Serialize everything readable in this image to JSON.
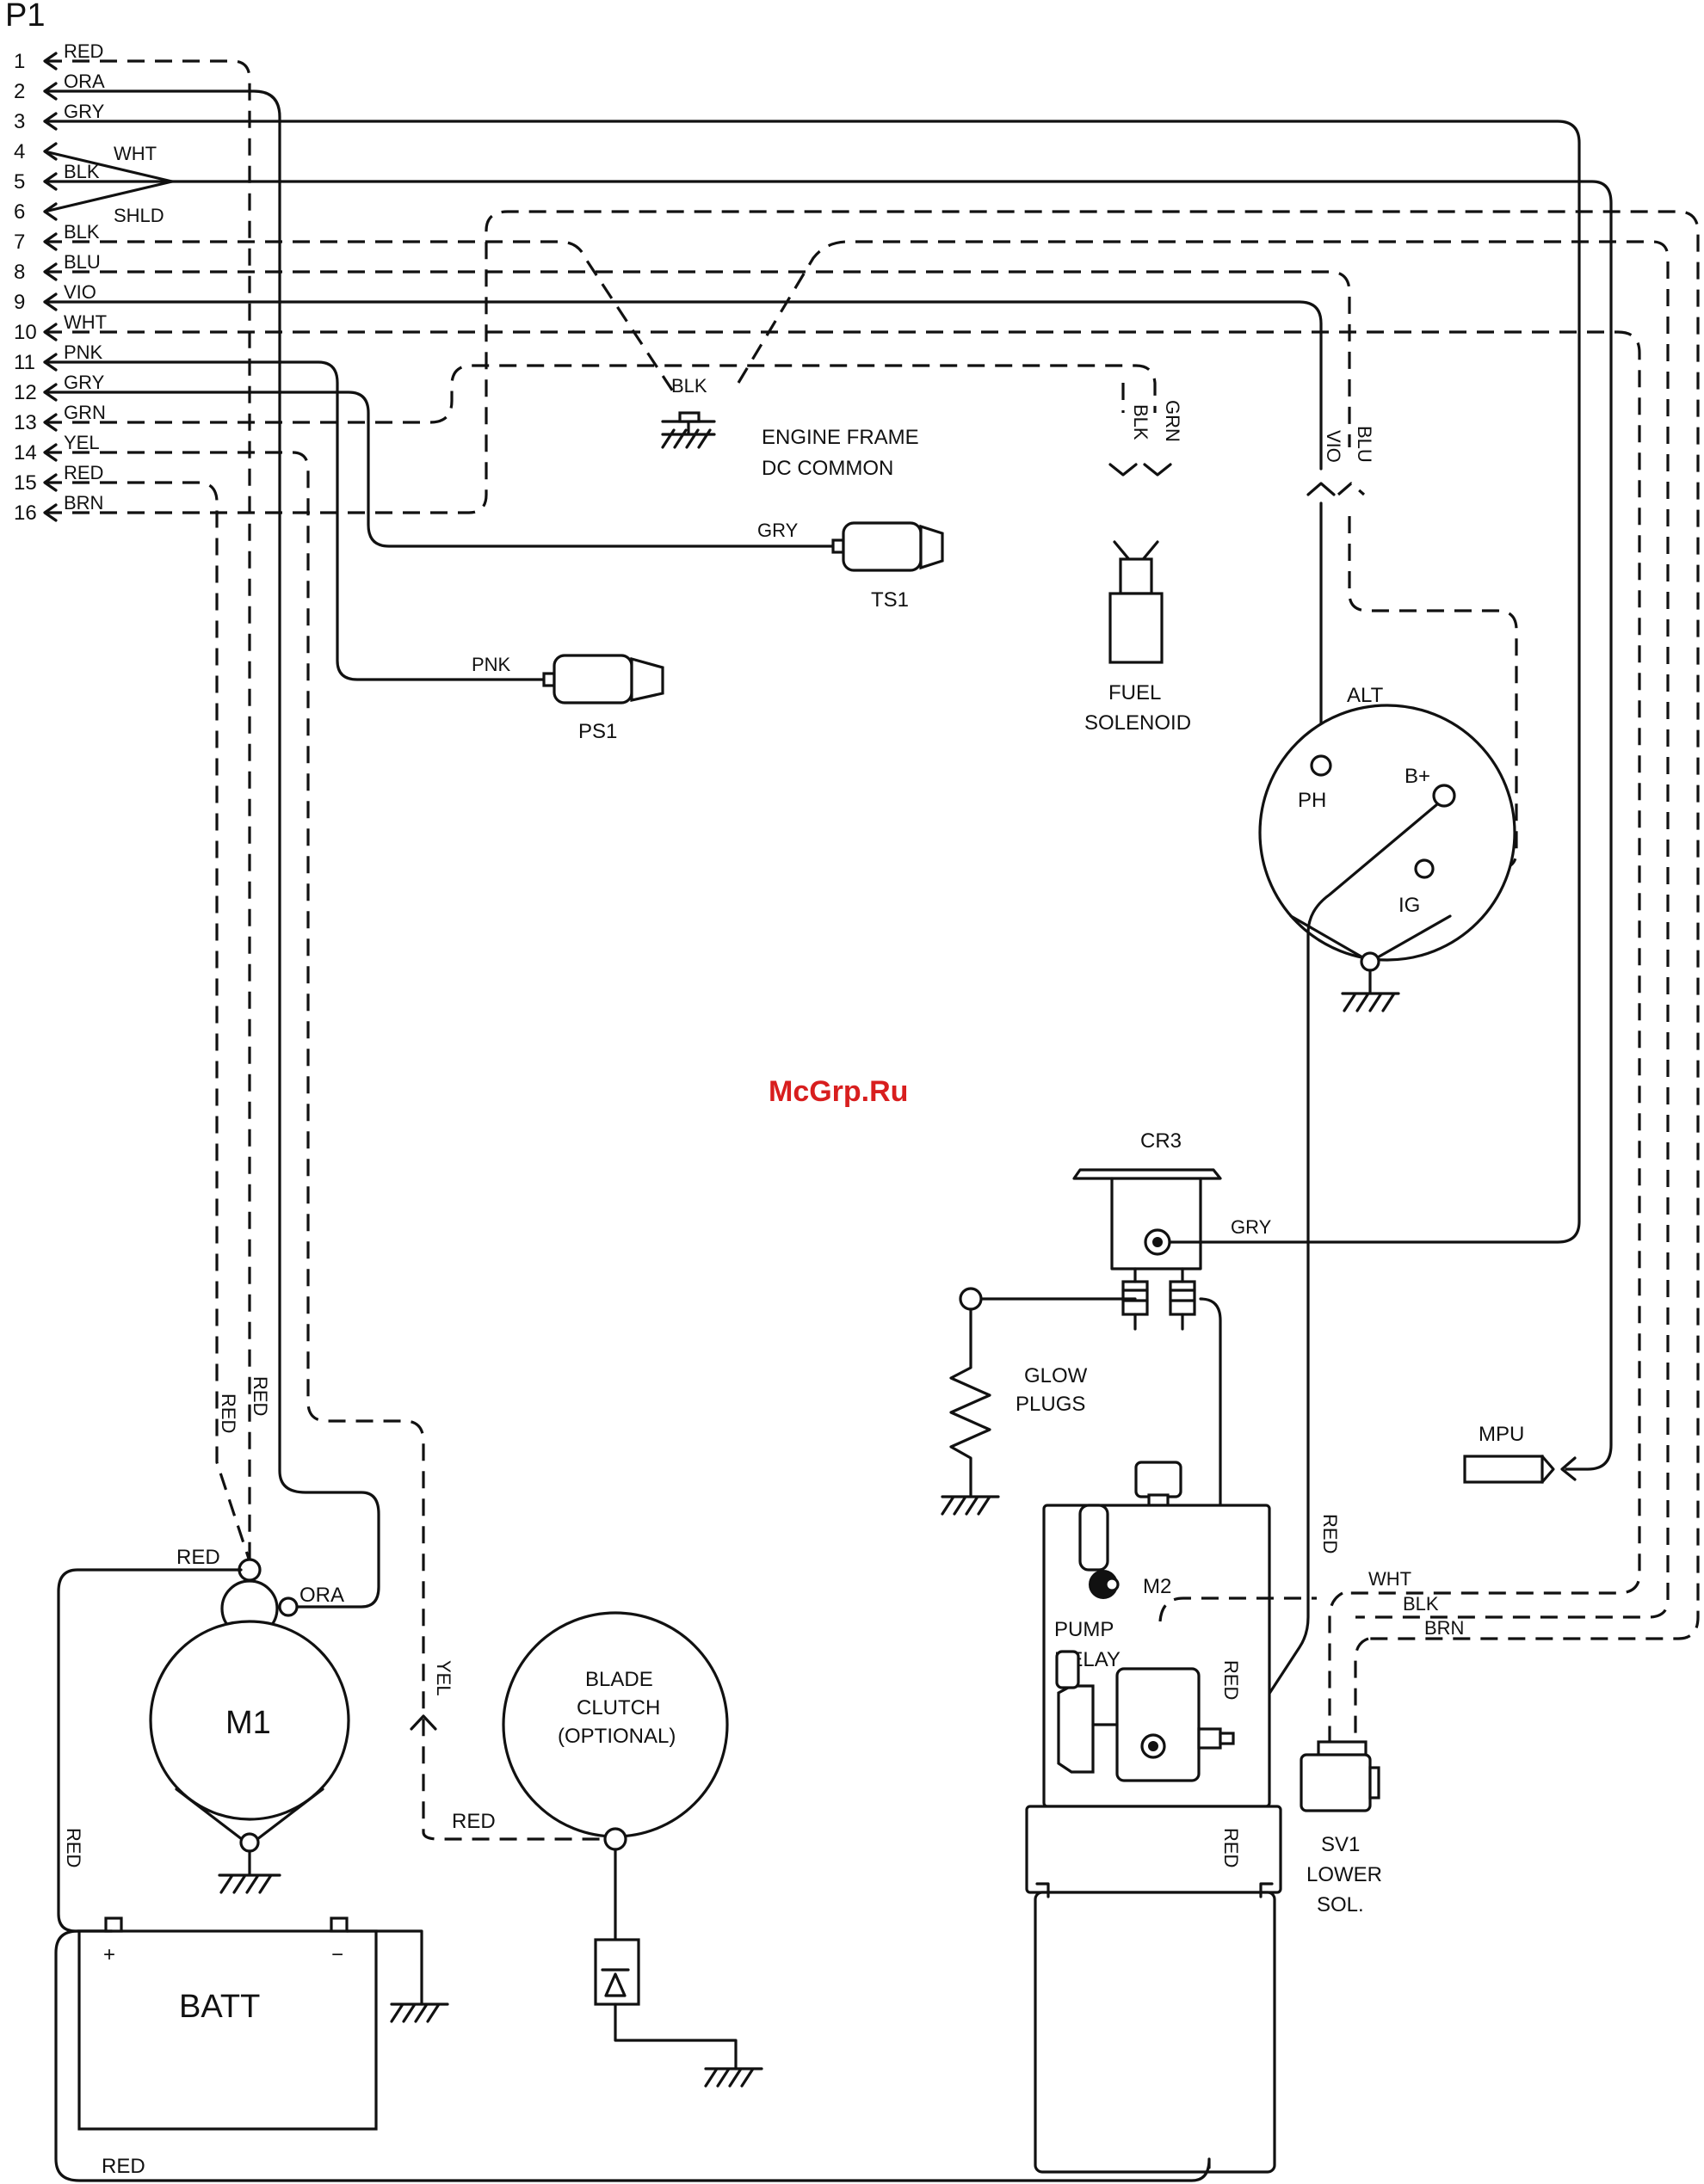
{
  "connector": {
    "name": "P1",
    "pins": [
      {
        "num": "1",
        "wire": "RED"
      },
      {
        "num": "2",
        "wire": "ORA"
      },
      {
        "num": "3",
        "wire": "GRY"
      },
      {
        "num": "4",
        "wire": ""
      },
      {
        "num": "5",
        "wire": "BLK"
      },
      {
        "num": "6",
        "wire": ""
      },
      {
        "num": "7",
        "wire": "BLK"
      },
      {
        "num": "8",
        "wire": "BLU"
      },
      {
        "num": "9",
        "wire": "VIO"
      },
      {
        "num": "10",
        "wire": "WHT"
      },
      {
        "num": "11",
        "wire": "PNK"
      },
      {
        "num": "12",
        "wire": "GRY"
      },
      {
        "num": "13",
        "wire": "GRN"
      },
      {
        "num": "14",
        "wire": "YEL"
      },
      {
        "num": "15",
        "wire": "RED"
      },
      {
        "num": "16",
        "wire": "BRN"
      }
    ],
    "shield_labels": {
      "wht": "WHT",
      "shld": "SHLD"
    }
  },
  "ground": {
    "blk": "BLK",
    "line1": "ENGINE FRAME",
    "line2": "DC COMMON"
  },
  "fuel_solenoid": {
    "line1": "FUEL",
    "line2": "SOLENOID",
    "wire_blk": "BLK",
    "wire_grn": "GRN"
  },
  "ts1": {
    "label": "TS1",
    "wire": "GRY"
  },
  "ps1": {
    "label": "PS1",
    "wire": "PNK"
  },
  "alternator": {
    "label": "ALT",
    "ph": "PH",
    "bplus": "B+",
    "ig": "IG",
    "wire_vio": "VIO",
    "wire_blu": "BLU"
  },
  "watermark": "McGrp.Ru",
  "cr3": {
    "label": "CR3",
    "wire": "GRY"
  },
  "glow_plugs": {
    "line1": "GLOW",
    "line2": "PLUGS"
  },
  "mpu": {
    "label": "MPU"
  },
  "m2": {
    "label": "M2",
    "relay1": "PUMP",
    "relay2": "RELAY",
    "wire_red_a": "RED",
    "wire_red_b": "RED",
    "wire_red_c": "RED"
  },
  "sv1": {
    "line1": "SV1",
    "line2": "LOWER",
    "line3": "SOL.",
    "wht": "WHT",
    "blk": "BLK",
    "brn": "BRN"
  },
  "m1": {
    "label": "M1",
    "red": "RED",
    "ora": "ORA",
    "red_v1": "RED",
    "red_v2": "RED"
  },
  "blade_clutch": {
    "line1": "BLADE",
    "line2": "CLUTCH",
    "line3": "(OPTIONAL)",
    "wire_red": "RED",
    "wire_yel": "YEL"
  },
  "battery": {
    "label": "BATT",
    "plus": "+",
    "minus": "−",
    "red_side": "RED",
    "red_bottom": "RED"
  }
}
